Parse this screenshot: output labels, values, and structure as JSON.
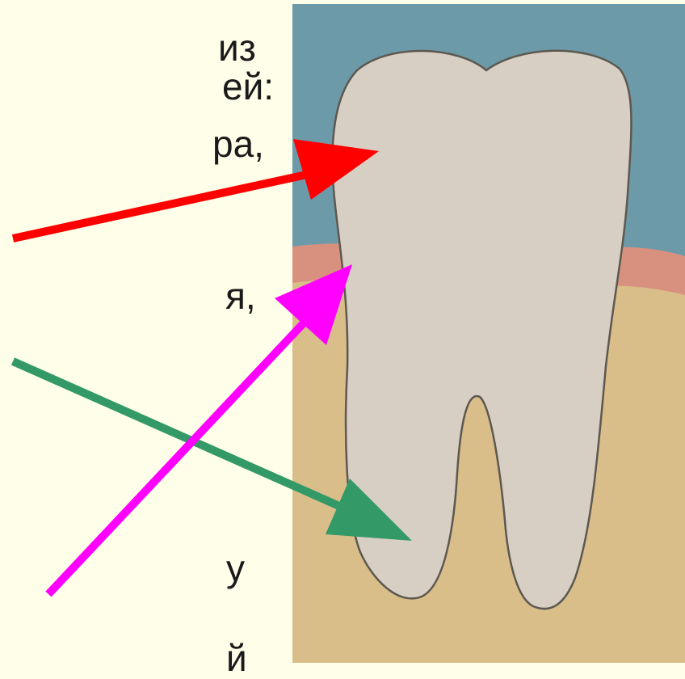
{
  "text_fragments": [
    "из",
    "ей:",
    "ра,",
    "я,",
    "у",
    "й"
  ],
  "colors": {
    "background": "#fffee9",
    "water_blue": "#6d9aa8",
    "gum_pink": "#d9917f",
    "bone_tan": "#d9be8a",
    "tooth_fill": "#d8cfc4",
    "tooth_outline": "#5d5850",
    "crown_arrow": "#ff0000",
    "neck_arrow": "#ff00ff",
    "root_arrow": "#339966"
  },
  "arrows": [
    {
      "name": "crown-arrow",
      "color": "#ff0000"
    },
    {
      "name": "neck-arrow",
      "color": "#ff00ff"
    },
    {
      "name": "root-arrow",
      "color": "#339966"
    }
  ]
}
